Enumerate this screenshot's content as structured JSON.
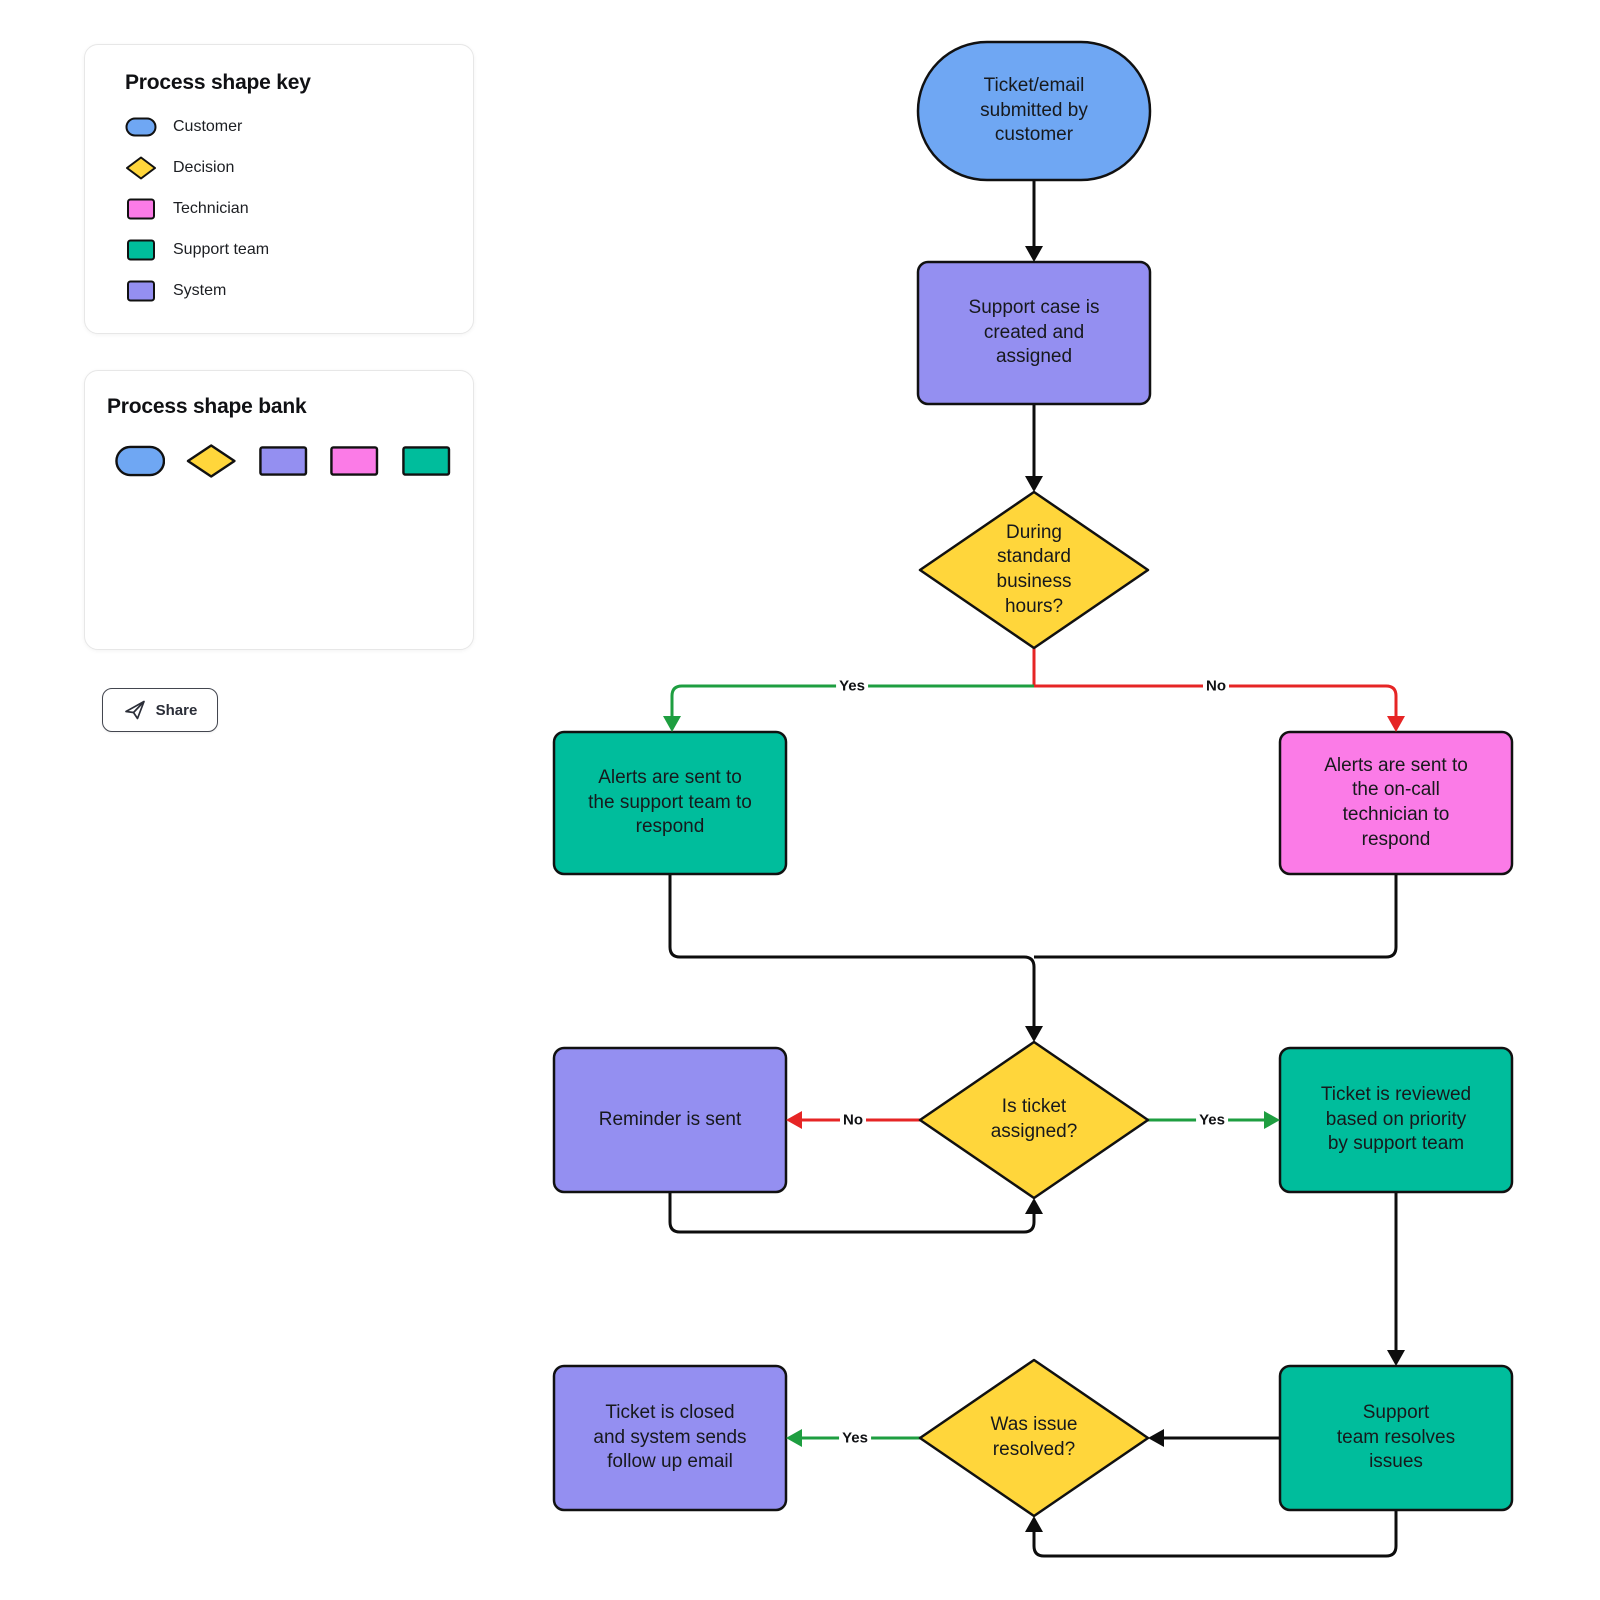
{
  "shape_key_panel": {
    "title": "Process shape key",
    "items": [
      {
        "label": "Customer",
        "shape": "stadium",
        "color": "#6FA7F3"
      },
      {
        "label": "Decision",
        "shape": "diamond",
        "color": "#FFD63B"
      },
      {
        "label": "Technician",
        "shape": "rectangle",
        "color": "#FB7BE7"
      },
      {
        "label": "Support team",
        "shape": "rectangle",
        "color": "#00BD9C"
      },
      {
        "label": "System",
        "shape": "rectangle",
        "color": "#948FF1"
      }
    ]
  },
  "shape_bank_panel": {
    "title": "Process shape bank",
    "shapes": [
      {
        "name": "customer-stadium",
        "color": "#6FA7F3"
      },
      {
        "name": "decision-diamond",
        "color": "#FFD63B"
      },
      {
        "name": "system-rectangle",
        "color": "#948FF1"
      },
      {
        "name": "technician-rectangle",
        "color": "#FB7BE7"
      },
      {
        "name": "support-team-rectangle",
        "color": "#00BD9C"
      }
    ]
  },
  "share_button": {
    "label": "Share",
    "icon": "paper-plane-icon"
  },
  "flowchart": {
    "node_colors": {
      "customer": "#6FA7F3",
      "decision": "#FFD63B",
      "technician": "#FB7BE7",
      "support_team": "#00BD9C",
      "system": "#948FF1"
    },
    "edge_colors": {
      "yes": "#1E9E40",
      "no": "#E62525",
      "default": "#0d0d0d"
    },
    "nodes": {
      "start": {
        "label": "Ticket/email\nsubmitted by\ncustomer"
      },
      "case_created": {
        "label": "Support case is\ncreated and\nassigned"
      },
      "business_hours": {
        "label": "During\nstandard\nbusiness\nhours?"
      },
      "alert_support_team": {
        "label": "Alerts are sent to\nthe support team to\nrespond"
      },
      "alert_technician": {
        "label": "Alerts are sent to\nthe on-call\ntechnician to\nrespond"
      },
      "reminder": {
        "label": "Reminder is sent"
      },
      "ticket_assigned": {
        "label": "Is ticket\nassigned?"
      },
      "ticket_reviewed": {
        "label": "Ticket is reviewed\nbased on priority\nby support team"
      },
      "resolve_issues": {
        "label": "Support\nteam resolves\nissues"
      },
      "issue_resolved": {
        "label": "Was issue\nresolved?"
      },
      "ticket_closed": {
        "label": "Ticket is closed\nand system sends\nfollow up email"
      }
    },
    "edge_labels": {
      "business_hours_yes": "Yes",
      "business_hours_no": "No",
      "ticket_assigned_no": "No",
      "ticket_assigned_yes": "Yes",
      "issue_resolved_yes": "Yes"
    }
  }
}
